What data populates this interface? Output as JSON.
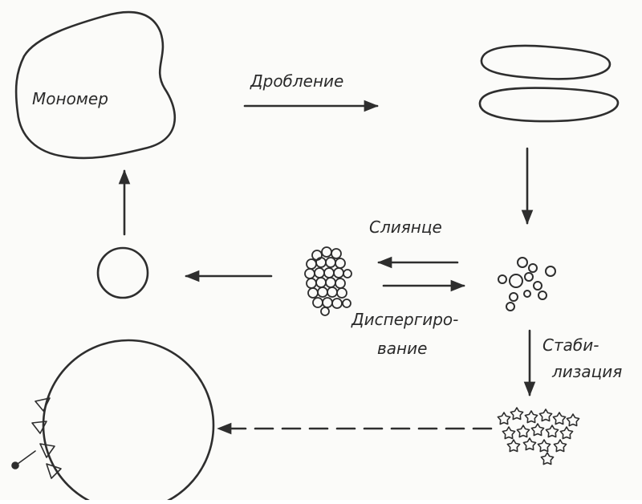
{
  "labels": {
    "monomer": "Мономер",
    "crushing": "Дробление",
    "merging": "Слиянце",
    "dispersing_line1": "Диспергиро-",
    "dispersing_line2": "вание",
    "stabilization_line1": "Стаби-",
    "stabilization_line2": "лизация"
  },
  "colors": {
    "ink": "#2e2e2e",
    "paper": "#fbfbf9"
  }
}
